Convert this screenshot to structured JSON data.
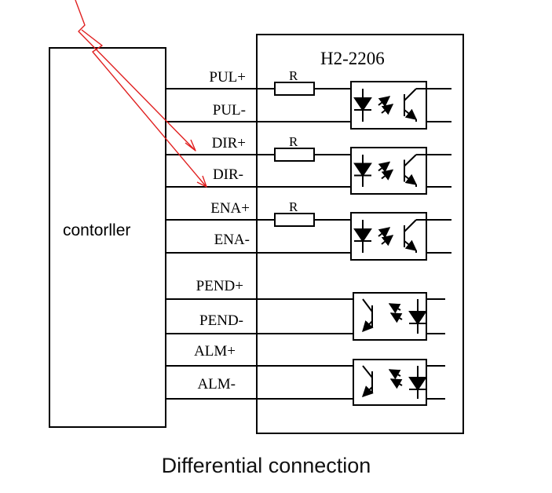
{
  "diagram": {
    "controller_label": "contorller",
    "driver_label": "H2-2206",
    "resistor_label": "R",
    "signals": [
      "PUL+",
      "PUL-",
      "DIR+",
      "DIR-",
      "ENA+",
      "ENA-",
      "PEND+",
      "PEND-",
      "ALM+",
      "ALM-"
    ],
    "caption": "Differential connection",
    "annotation_color": "#e02020"
  }
}
